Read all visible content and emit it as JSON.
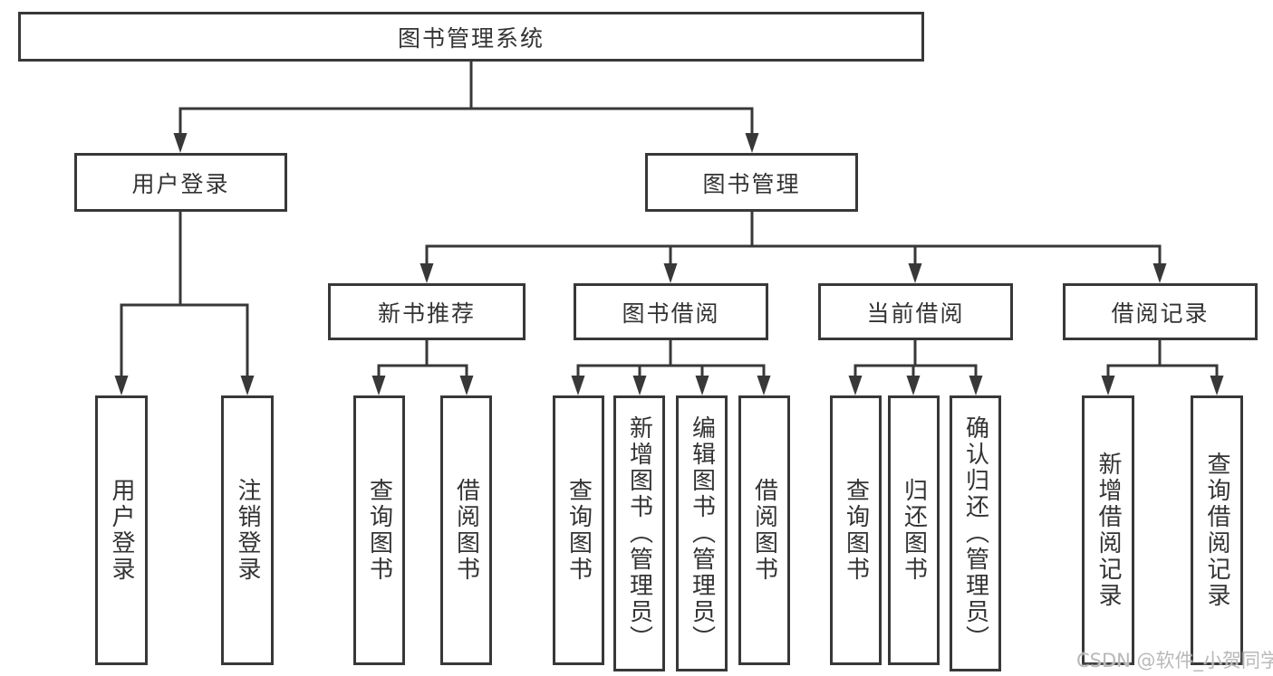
{
  "root": {
    "label": "图书管理系统"
  },
  "branches": [
    {
      "label": "用户登录",
      "children": [
        {
          "label": "用户登录"
        },
        {
          "label": "注销登录"
        }
      ]
    },
    {
      "label": "图书管理",
      "children": [
        {
          "label": "新书推荐",
          "children": [
            {
              "label": "查询图书"
            },
            {
              "label": "借阅图书"
            }
          ]
        },
        {
          "label": "图书借阅",
          "children": [
            {
              "label": "查询图书"
            },
            {
              "label": "新增图书（管理员）"
            },
            {
              "label": "编辑图书（管理员）"
            },
            {
              "label": "借阅图书"
            }
          ]
        },
        {
          "label": "当前借阅",
          "children": [
            {
              "label": "查询图书"
            },
            {
              "label": "归还图书"
            },
            {
              "label": "确认归还（管理员）"
            }
          ]
        },
        {
          "label": "借阅记录",
          "children": [
            {
              "label": "新增借阅记录"
            },
            {
              "label": "查询借阅记录"
            }
          ]
        }
      ]
    }
  ],
  "watermark": {
    "text": "CSDN @软件_小贺同学"
  },
  "colors": {
    "line": "#383838",
    "box_border": "#383838",
    "text": "#333333",
    "watermark": "#b9b9b9",
    "background": "#ffffff"
  }
}
